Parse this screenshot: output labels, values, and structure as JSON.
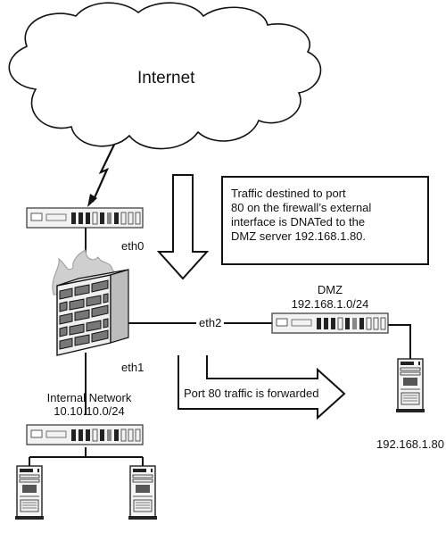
{
  "labels": {
    "cloud": "Internet",
    "eth0": "eth0",
    "eth1": "eth1",
    "eth2": "eth2",
    "dmz_title": "DMZ",
    "dmz_subnet": "192.168.1.0/24",
    "internal_title": "Internal Network",
    "internal_subnet": "10.10.10.0/24",
    "dmz_server_ip": "192.168.1.80"
  },
  "note": {
    "text": "Traffic destined to port\n80 on the firewall’s external\ninterface is DNATed to the\nDMZ server 192.168.1.80."
  },
  "forward_arrow": {
    "label": "Port 80 traffic is forwarded"
  },
  "icons": {
    "cloud": "cloud-icon",
    "wan_link": "lightning-bolt-icon",
    "switch": "network-switch-icon",
    "firewall": "brick-firewall-icon",
    "server": "tower-server-icon"
  }
}
